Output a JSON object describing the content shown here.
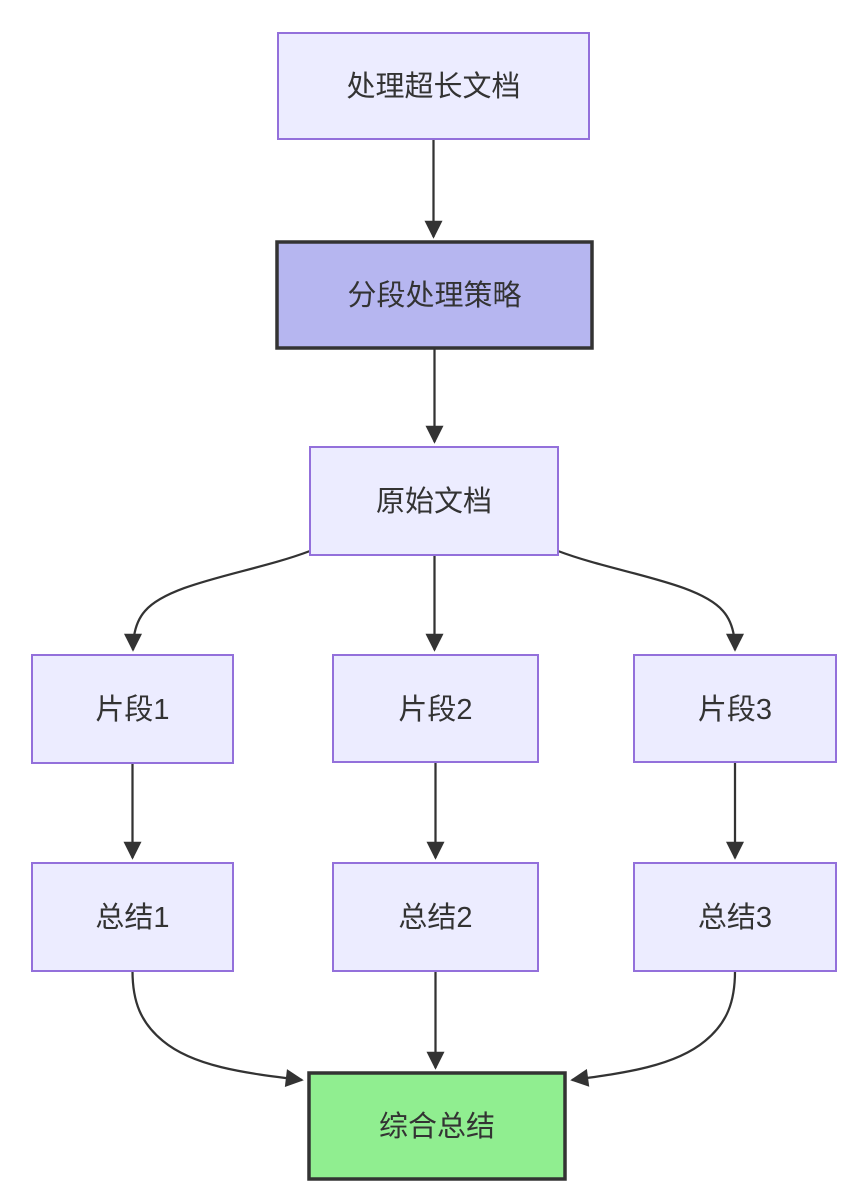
{
  "diagram": {
    "type": "flowchart",
    "direction": "top-down",
    "nodes": [
      {
        "id": "A",
        "label": "处理超长文档",
        "kind": "default"
      },
      {
        "id": "B",
        "label": "分段处理策略",
        "kind": "emphasis"
      },
      {
        "id": "C",
        "label": "原始文档",
        "kind": "default"
      },
      {
        "id": "D1",
        "label": "片段1",
        "kind": "default"
      },
      {
        "id": "D2",
        "label": "片段2",
        "kind": "default"
      },
      {
        "id": "D3",
        "label": "片段3",
        "kind": "default"
      },
      {
        "id": "E1",
        "label": "总结1",
        "kind": "default"
      },
      {
        "id": "E2",
        "label": "总结2",
        "kind": "default"
      },
      {
        "id": "E3",
        "label": "总结3",
        "kind": "default"
      },
      {
        "id": "F",
        "label": "综合总结",
        "kind": "result"
      }
    ],
    "edges": [
      {
        "from": "A",
        "to": "B"
      },
      {
        "from": "B",
        "to": "C"
      },
      {
        "from": "C",
        "to": "D1"
      },
      {
        "from": "C",
        "to": "D2"
      },
      {
        "from": "C",
        "to": "D3"
      },
      {
        "from": "D1",
        "to": "E1"
      },
      {
        "from": "D2",
        "to": "E2"
      },
      {
        "from": "D3",
        "to": "E3"
      },
      {
        "from": "E1",
        "to": "F"
      },
      {
        "from": "E2",
        "to": "F"
      },
      {
        "from": "E3",
        "to": "F"
      }
    ],
    "colors": {
      "node_fill": "#ECECFF",
      "node_border": "#9370DB",
      "emphasis_fill": "#b6b6f0",
      "emphasis_border": "#333333",
      "result_fill": "#90EE90",
      "result_border": "#333333",
      "edge": "#333333",
      "text": "#333333",
      "background": "#ffffff"
    }
  }
}
